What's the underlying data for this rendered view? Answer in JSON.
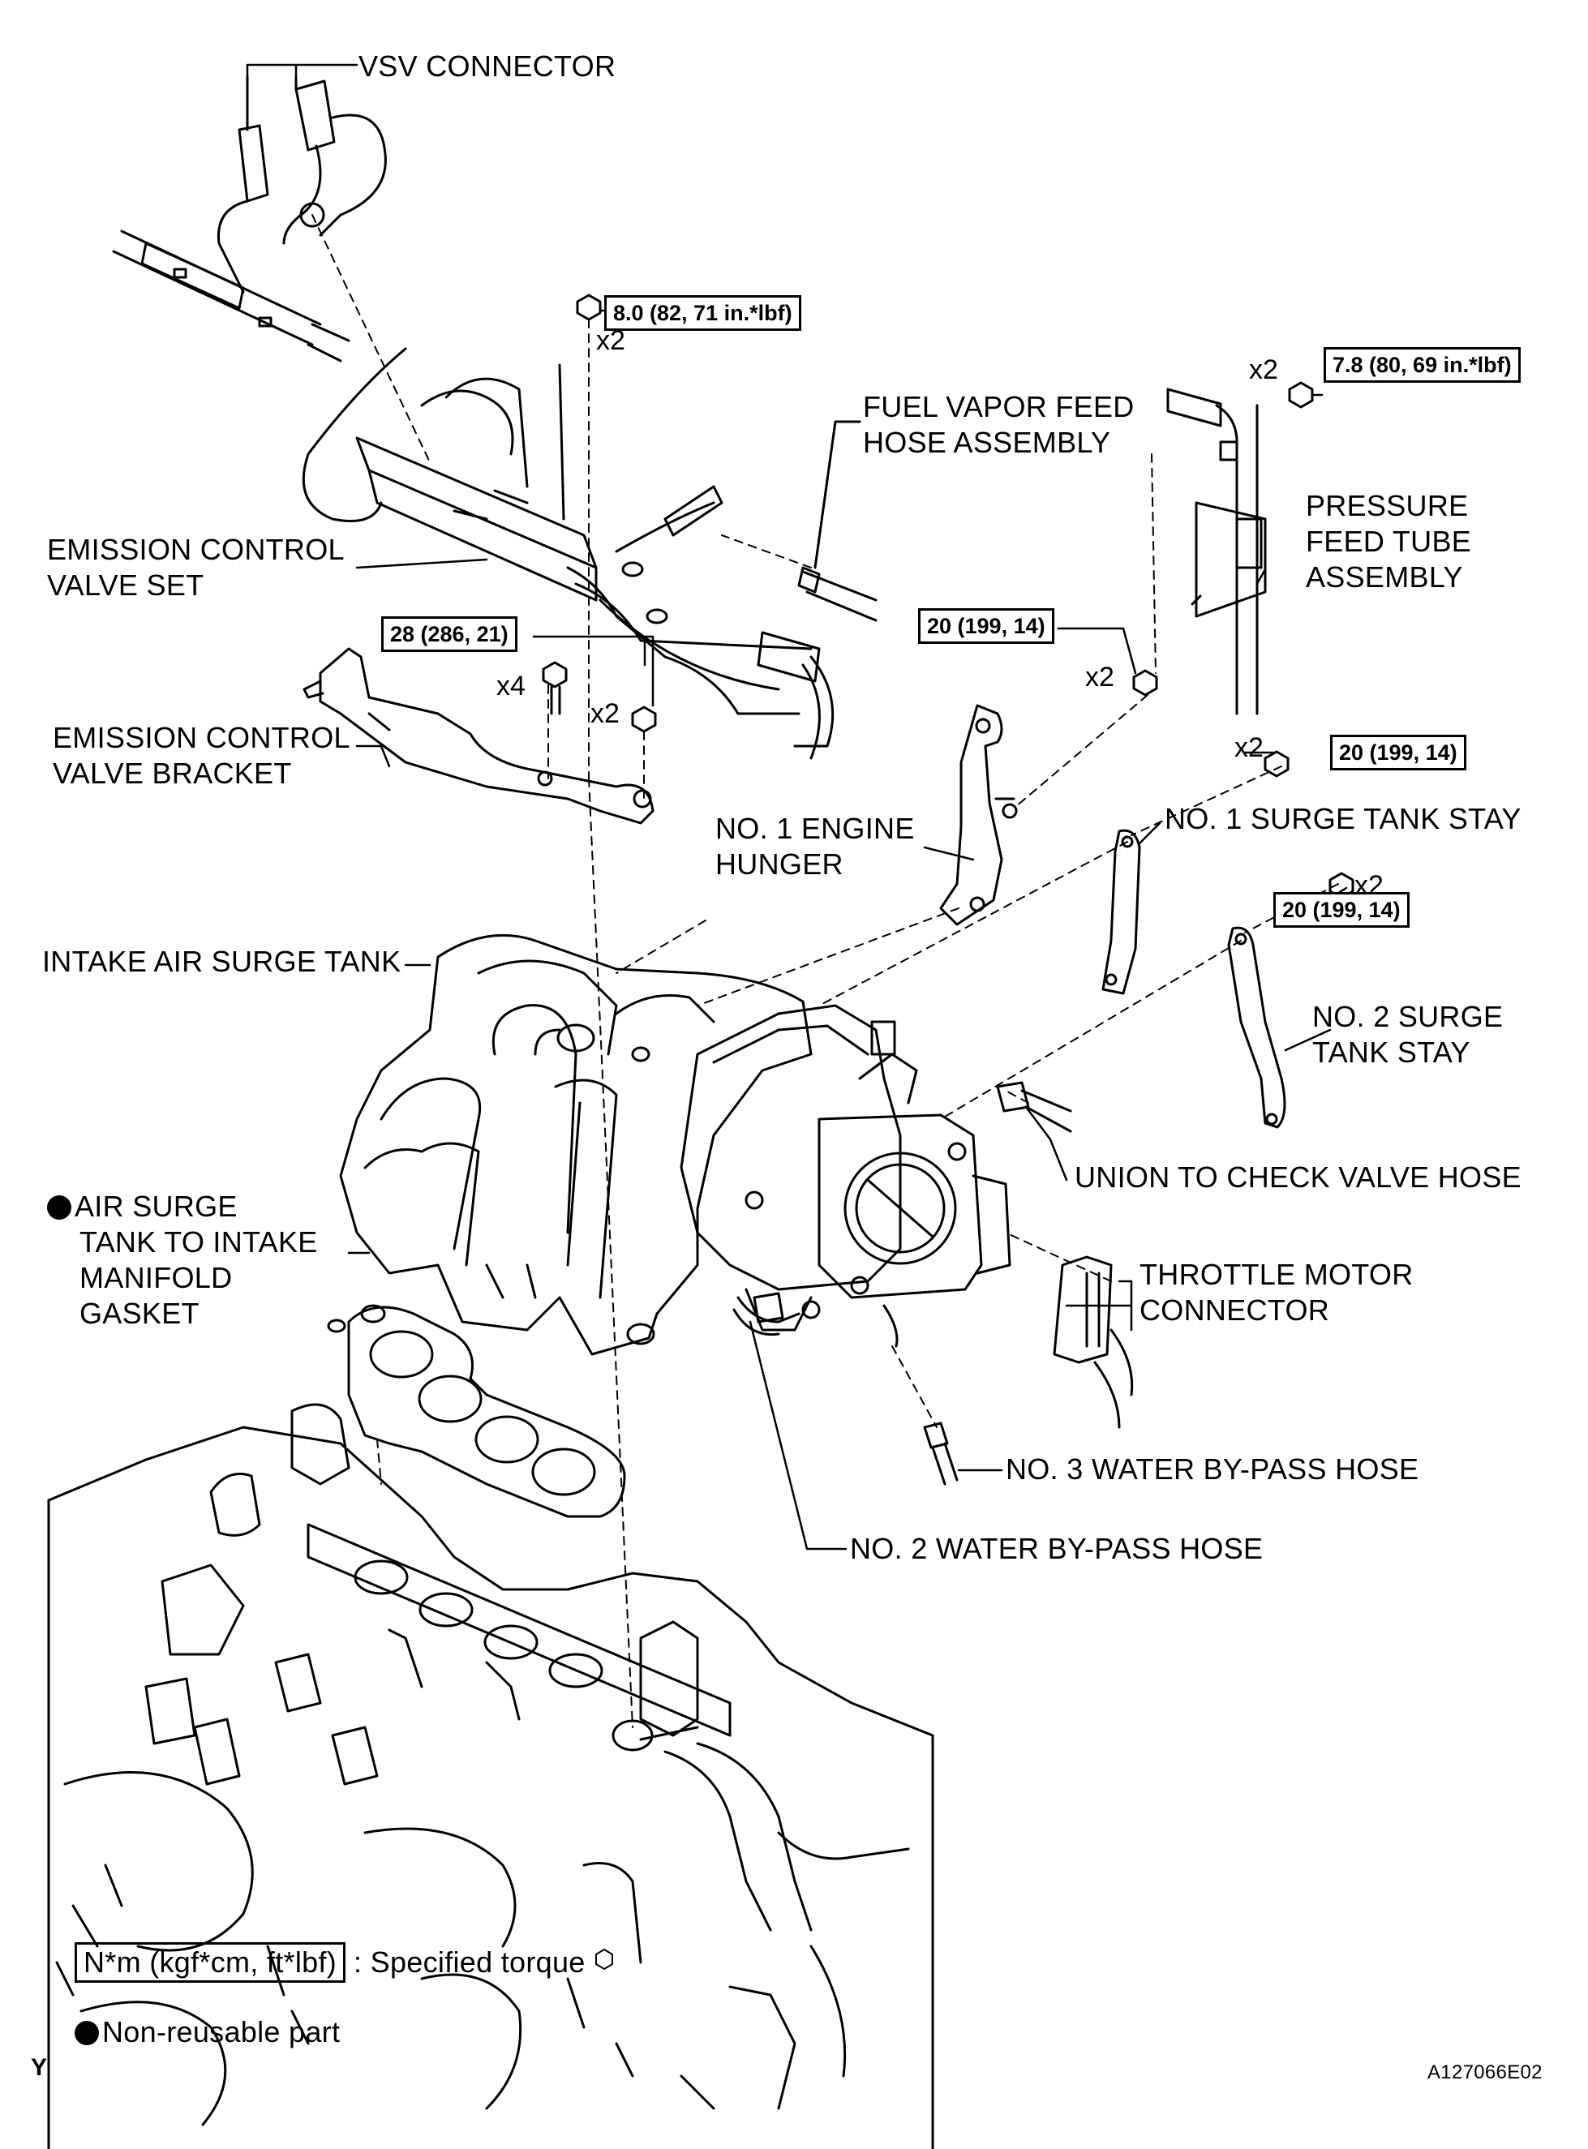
{
  "labels": {
    "vsv_connector": "VSV CONNECTOR",
    "fuel_vapor_1": "FUEL VAPOR FEED",
    "fuel_vapor_2": "HOSE ASSEMBLY",
    "pressure_1": "PRESSURE",
    "pressure_2": "FEED TUBE",
    "pressure_3": "ASSEMBLY",
    "emission_valve_1": "EMISSION CONTROL",
    "emission_valve_2": "VALVE SET",
    "emission_bracket_1": "EMISSION CONTROL",
    "emission_bracket_2": "VALVE BRACKET",
    "engine_hunger_1": "NO. 1 ENGINE",
    "engine_hunger_2": "HUNGER",
    "surge_stay_1": "NO. 1 SURGE TANK STAY",
    "intake_tank": "INTAKE AIR SURGE TANK",
    "surge_stay_2a": "NO. 2 SURGE",
    "surge_stay_2b": "TANK STAY",
    "union_hose": "UNION TO CHECK VALVE HOSE",
    "gasket_1": "AIR SURGE",
    "gasket_2": "TANK TO INTAKE",
    "gasket_3": "MANIFOLD",
    "gasket_4": "GASKET",
    "throttle_1": "THROTTLE MOTOR",
    "throttle_2": "CONNECTOR",
    "water3": "NO. 3 WATER BY-PASS HOSE",
    "water2": "NO. 2 WATER BY-PASS HOSE"
  },
  "torques": {
    "t_top": "8.0 (82, 71 in.*lbf)",
    "t_right_top": "7.8 (80, 69 in.*lbf)",
    "t_bracket": "28 (286, 21)",
    "t_hunger": "20 (199, 14)",
    "t_stay1": "20 (199, 14)",
    "t_stay2": "20 (199, 14)"
  },
  "quantities": {
    "q_top": "x2",
    "q_right_top": "x2",
    "q_bracket_x4": "x4",
    "q_bracket_x2": "x2",
    "q_hunger": "x2",
    "q_stay1": "x2",
    "q_stay2": "x2"
  },
  "legend": {
    "torque_units": "N*m (kgf*cm, ft*lbf)",
    "torque_text": ": Specified torque",
    "nonreusable": "Non-reusable part"
  },
  "corner": {
    "left_mark": "Y",
    "figure_code": "A127066E02"
  }
}
